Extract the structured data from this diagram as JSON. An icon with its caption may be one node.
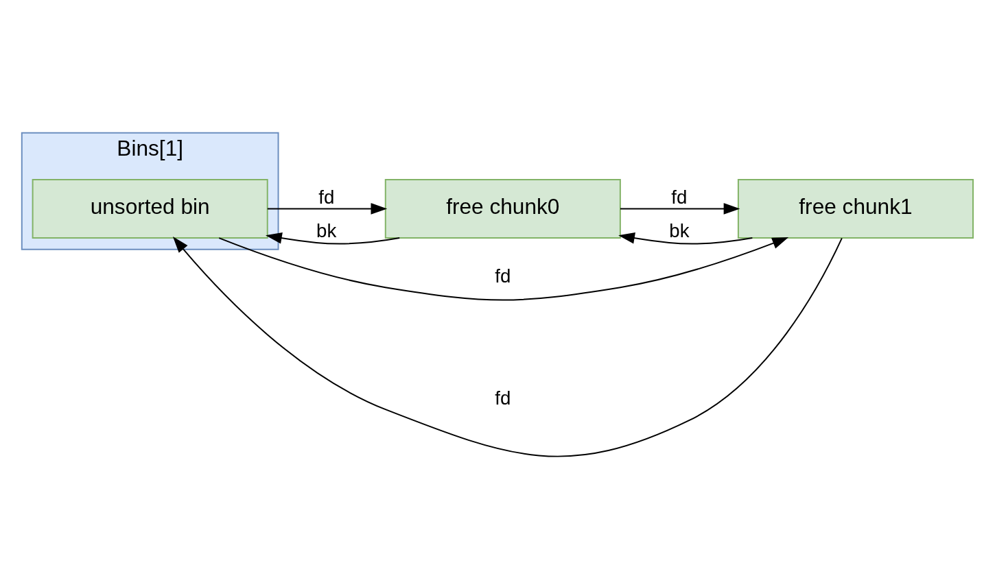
{
  "diagram": {
    "nodes": [
      {
        "text": [
          "Bins[1]"
        ]
      },
      {
        "text": [
          "unsorted bin"
        ],
        "in": 0
      },
      {
        "text": [
          "free chunk0"
        ]
      },
      {
        "text": [
          "free chunk1"
        ]
      }
    ],
    "edges": [
      {
        "from": 1,
        "to": 2,
        "arrow": "to",
        "label": "fd"
      },
      {
        "from": 2,
        "to": 1,
        "arrow": "to",
        "label": "bk"
      },
      {
        "from": 2,
        "to": 3,
        "arrow": "to",
        "label": "fd"
      },
      {
        "from": 3,
        "to": 2,
        "arrow": "to",
        "label": "bk"
      },
      {
        "from": 3,
        "to": 1,
        "arrow": "to",
        "label": "fd"
      },
      {
        "from": 1,
        "to": 3,
        "arrow": "to",
        "label": "fd"
      }
    ]
  }
}
